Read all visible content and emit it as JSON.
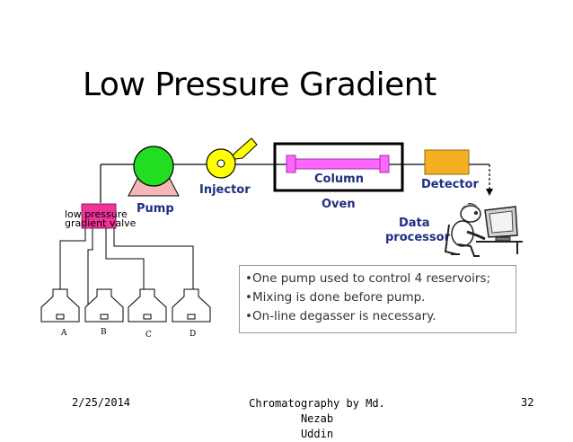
{
  "slide": {
    "title": "Low Pressure Gradient"
  },
  "diagram": {
    "labels": {
      "pump": "Pump",
      "injector": "Injector",
      "column": "Column",
      "oven": "Oven",
      "detector": "Detector",
      "data_processor_line1": "Data",
      "data_processor_line2": "processor",
      "valve_line1": "low pressure",
      "valve_line2": "gradient valve"
    },
    "reservoirs": [
      "A",
      "B",
      "C",
      "D"
    ],
    "colors": {
      "pump": "#22dd22",
      "injector": "#ffff00",
      "column": "#ff66ff",
      "detector": "#f5b021",
      "valve": "#ee3399",
      "label_text": "#1f2f80"
    }
  },
  "notes": {
    "items": [
      "•One pump used to control 4 reservoirs;",
      "•Mixing is done before pump.",
      "•On-line degasser is necessary."
    ]
  },
  "footer": {
    "date": "2/25/2014",
    "author_line1": "Chromatography by Md. Nezab",
    "author_line2": "Uddin",
    "page": "32"
  }
}
